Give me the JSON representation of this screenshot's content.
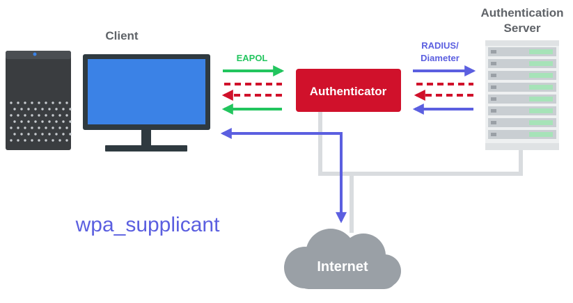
{
  "labels": {
    "client": "Client",
    "eapol": "EAPOL",
    "authenticator": "Authenticator",
    "radius_line1": "RADIUS/",
    "radius_line2": "Diameter",
    "auth_server_line1": "Authentication",
    "auth_server_line2": "Server",
    "supplicant": "wpa_supplicant",
    "internet": "Internet"
  },
  "colors": {
    "green_arrow": "#22c55e",
    "red_dashed_arrow": "#d0112b",
    "blue_arrow": "#5b5fe0",
    "authenticator_fill": "#d0112b",
    "monitor_screen": "#3b82e6",
    "monitor_frame": "#2f3a40",
    "device_body": "#3a3d40",
    "gray_wire": "#d9dcdf",
    "cloud": "#9aa0a6",
    "supplicant_text": "#5b5fe0",
    "label_text": "#5f6368"
  },
  "icons": {
    "client_device": "speaker-device-icon",
    "client_monitor": "monitor-icon",
    "server_rack": "server-rack-icon",
    "internet_cloud": "cloud-icon"
  }
}
